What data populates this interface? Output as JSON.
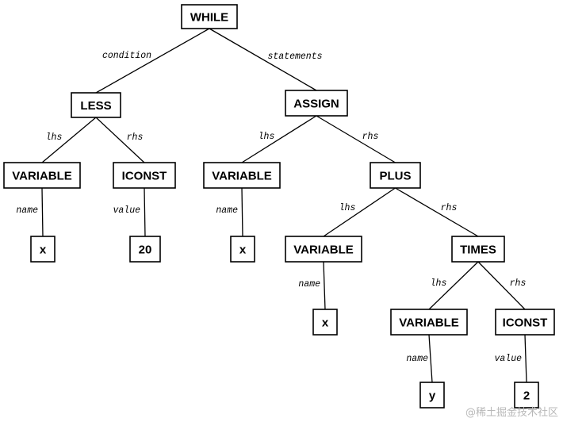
{
  "tree": {
    "nodes": [
      {
        "id": "while",
        "label": "WHILE"
      },
      {
        "id": "less",
        "label": "LESS"
      },
      {
        "id": "assign",
        "label": "ASSIGN"
      },
      {
        "id": "var1",
        "label": "VARIABLE"
      },
      {
        "id": "iconst1",
        "label": "ICONST"
      },
      {
        "id": "var2",
        "label": "VARIABLE"
      },
      {
        "id": "plus",
        "label": "PLUS"
      },
      {
        "id": "x1",
        "label": "x"
      },
      {
        "id": "c20",
        "label": "20"
      },
      {
        "id": "x2",
        "label": "x"
      },
      {
        "id": "var3",
        "label": "VARIABLE"
      },
      {
        "id": "times",
        "label": "TIMES"
      },
      {
        "id": "x3",
        "label": "x"
      },
      {
        "id": "var4",
        "label": "VARIABLE"
      },
      {
        "id": "iconst2",
        "label": "ICONST"
      },
      {
        "id": "y1",
        "label": "y"
      },
      {
        "id": "c2",
        "label": "2"
      }
    ],
    "edges": [
      {
        "from": "while",
        "to": "less",
        "label": "condition"
      },
      {
        "from": "while",
        "to": "assign",
        "label": "statements"
      },
      {
        "from": "less",
        "to": "var1",
        "label": "lhs"
      },
      {
        "from": "less",
        "to": "iconst1",
        "label": "rhs"
      },
      {
        "from": "assign",
        "to": "var2",
        "label": "lhs"
      },
      {
        "from": "assign",
        "to": "plus",
        "label": "rhs"
      },
      {
        "from": "var1",
        "to": "x1",
        "label": "name"
      },
      {
        "from": "iconst1",
        "to": "c20",
        "label": "value"
      },
      {
        "from": "var2",
        "to": "x2",
        "label": "name"
      },
      {
        "from": "plus",
        "to": "var3",
        "label": "lhs"
      },
      {
        "from": "plus",
        "to": "times",
        "label": "rhs"
      },
      {
        "from": "var3",
        "to": "x3",
        "label": "name"
      },
      {
        "from": "times",
        "to": "var4",
        "label": "lhs"
      },
      {
        "from": "times",
        "to": "iconst2",
        "label": "rhs"
      },
      {
        "from": "var4",
        "to": "y1",
        "label": "name"
      },
      {
        "from": "iconst2",
        "to": "c2",
        "label": "value"
      }
    ]
  },
  "watermark": "@稀土掘金技术社区"
}
